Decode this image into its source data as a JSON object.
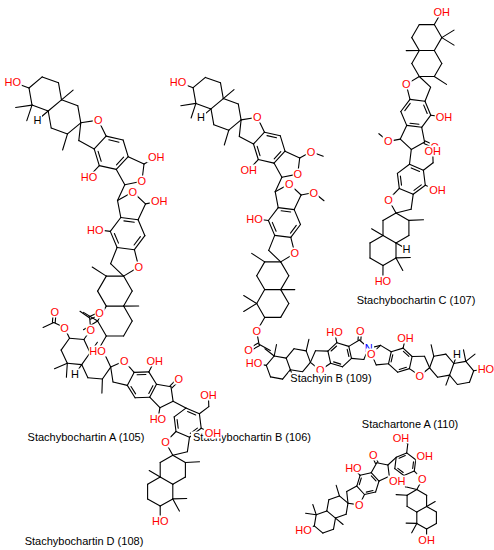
{
  "diagram": {
    "labels": [
      "HO",
      "H",
      "O",
      "O",
      "OH",
      "HO",
      "HO",
      "O",
      "OH",
      "O",
      "HO",
      "Stachybochartin A (105)",
      "HO",
      "H",
      "O",
      "O",
      "O",
      "OH",
      "HO",
      "O",
      "O",
      "O",
      "O",
      "O",
      "Stachybochartin B (106)",
      "OH",
      "O",
      "OH",
      "O",
      "O",
      "OH",
      "O",
      "OH",
      "H",
      "HO",
      "Stachybochartin C (107)",
      "O",
      "O",
      "O",
      "O",
      "H",
      "O",
      "OH",
      "O",
      "HO",
      "O",
      "OH",
      "OH",
      "HO",
      "Stachybochartin D (108)",
      "O",
      "N",
      "HO",
      "O",
      "HO",
      "O",
      "OH",
      "O",
      "H",
      "HO",
      "Stachyin B (109)",
      "HO",
      "O",
      "OH",
      "O",
      "HO",
      "OH",
      "OH",
      "O",
      "OH",
      "Stachartone A (110)"
    ]
  }
}
